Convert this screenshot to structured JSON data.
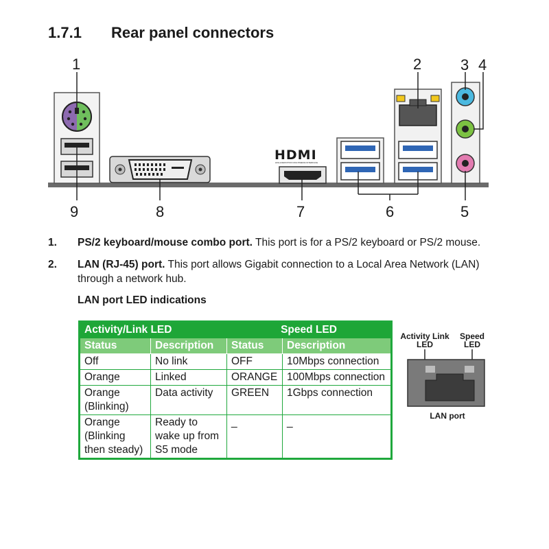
{
  "section": {
    "number": "1.7.1",
    "title": "Rear panel connectors"
  },
  "callouts": {
    "c1": "1",
    "c2": "2",
    "c3": "3",
    "c4": "4",
    "c5": "5",
    "c6": "6",
    "c7": "7",
    "c8": "8",
    "c9": "9"
  },
  "hdmi_logo": {
    "text": "HDMI",
    "subtext": "HIGH-DEFINITION MULTIMEDIA INTERFACE"
  },
  "items": [
    {
      "number": "1.",
      "title": "PS/2 keyboard/mouse combo port.",
      "text": " This port is for a PS/2 keyboard or PS/2 mouse."
    },
    {
      "number": "2.",
      "title": "LAN (RJ-45) port.",
      "text": " This port allows Gigabit connection to a Local Area Network (LAN) through a network hub."
    }
  ],
  "led_table": {
    "heading": "LAN port LED indications",
    "group_headers": [
      "Activity/Link LED",
      "Speed LED"
    ],
    "column_headers": [
      "Status",
      "Description",
      "Status",
      "Description"
    ],
    "rows": [
      [
        "Off",
        "No link",
        "OFF",
        "10Mbps connection"
      ],
      [
        "Orange",
        "Linked",
        "ORANGE",
        "100Mbps connection"
      ],
      [
        "Orange (Blinking)",
        "Data activity",
        "GREEN",
        "1Gbps connection"
      ],
      [
        "Orange (Blinking then steady)",
        "Ready to wake up from S5 mode",
        "_",
        "_"
      ]
    ]
  },
  "lan_diagram": {
    "activity_line1": "Activity Link",
    "activity_line2": "LED",
    "speed_line1": "Speed",
    "speed_line2": "LED",
    "caption": "LAN port"
  },
  "colors": {
    "table_green": "#1ea637",
    "header_green": "#7ecb7a",
    "audio_blue": "#4bb9e0",
    "audio_green": "#7cc242",
    "audio_pink": "#e27bb0",
    "ps2_purple": "#8d6ab0",
    "ps2_green": "#6fbf5d",
    "usb3_blue": "#2f66b5",
    "led_yellow": "#f2c81d"
  }
}
